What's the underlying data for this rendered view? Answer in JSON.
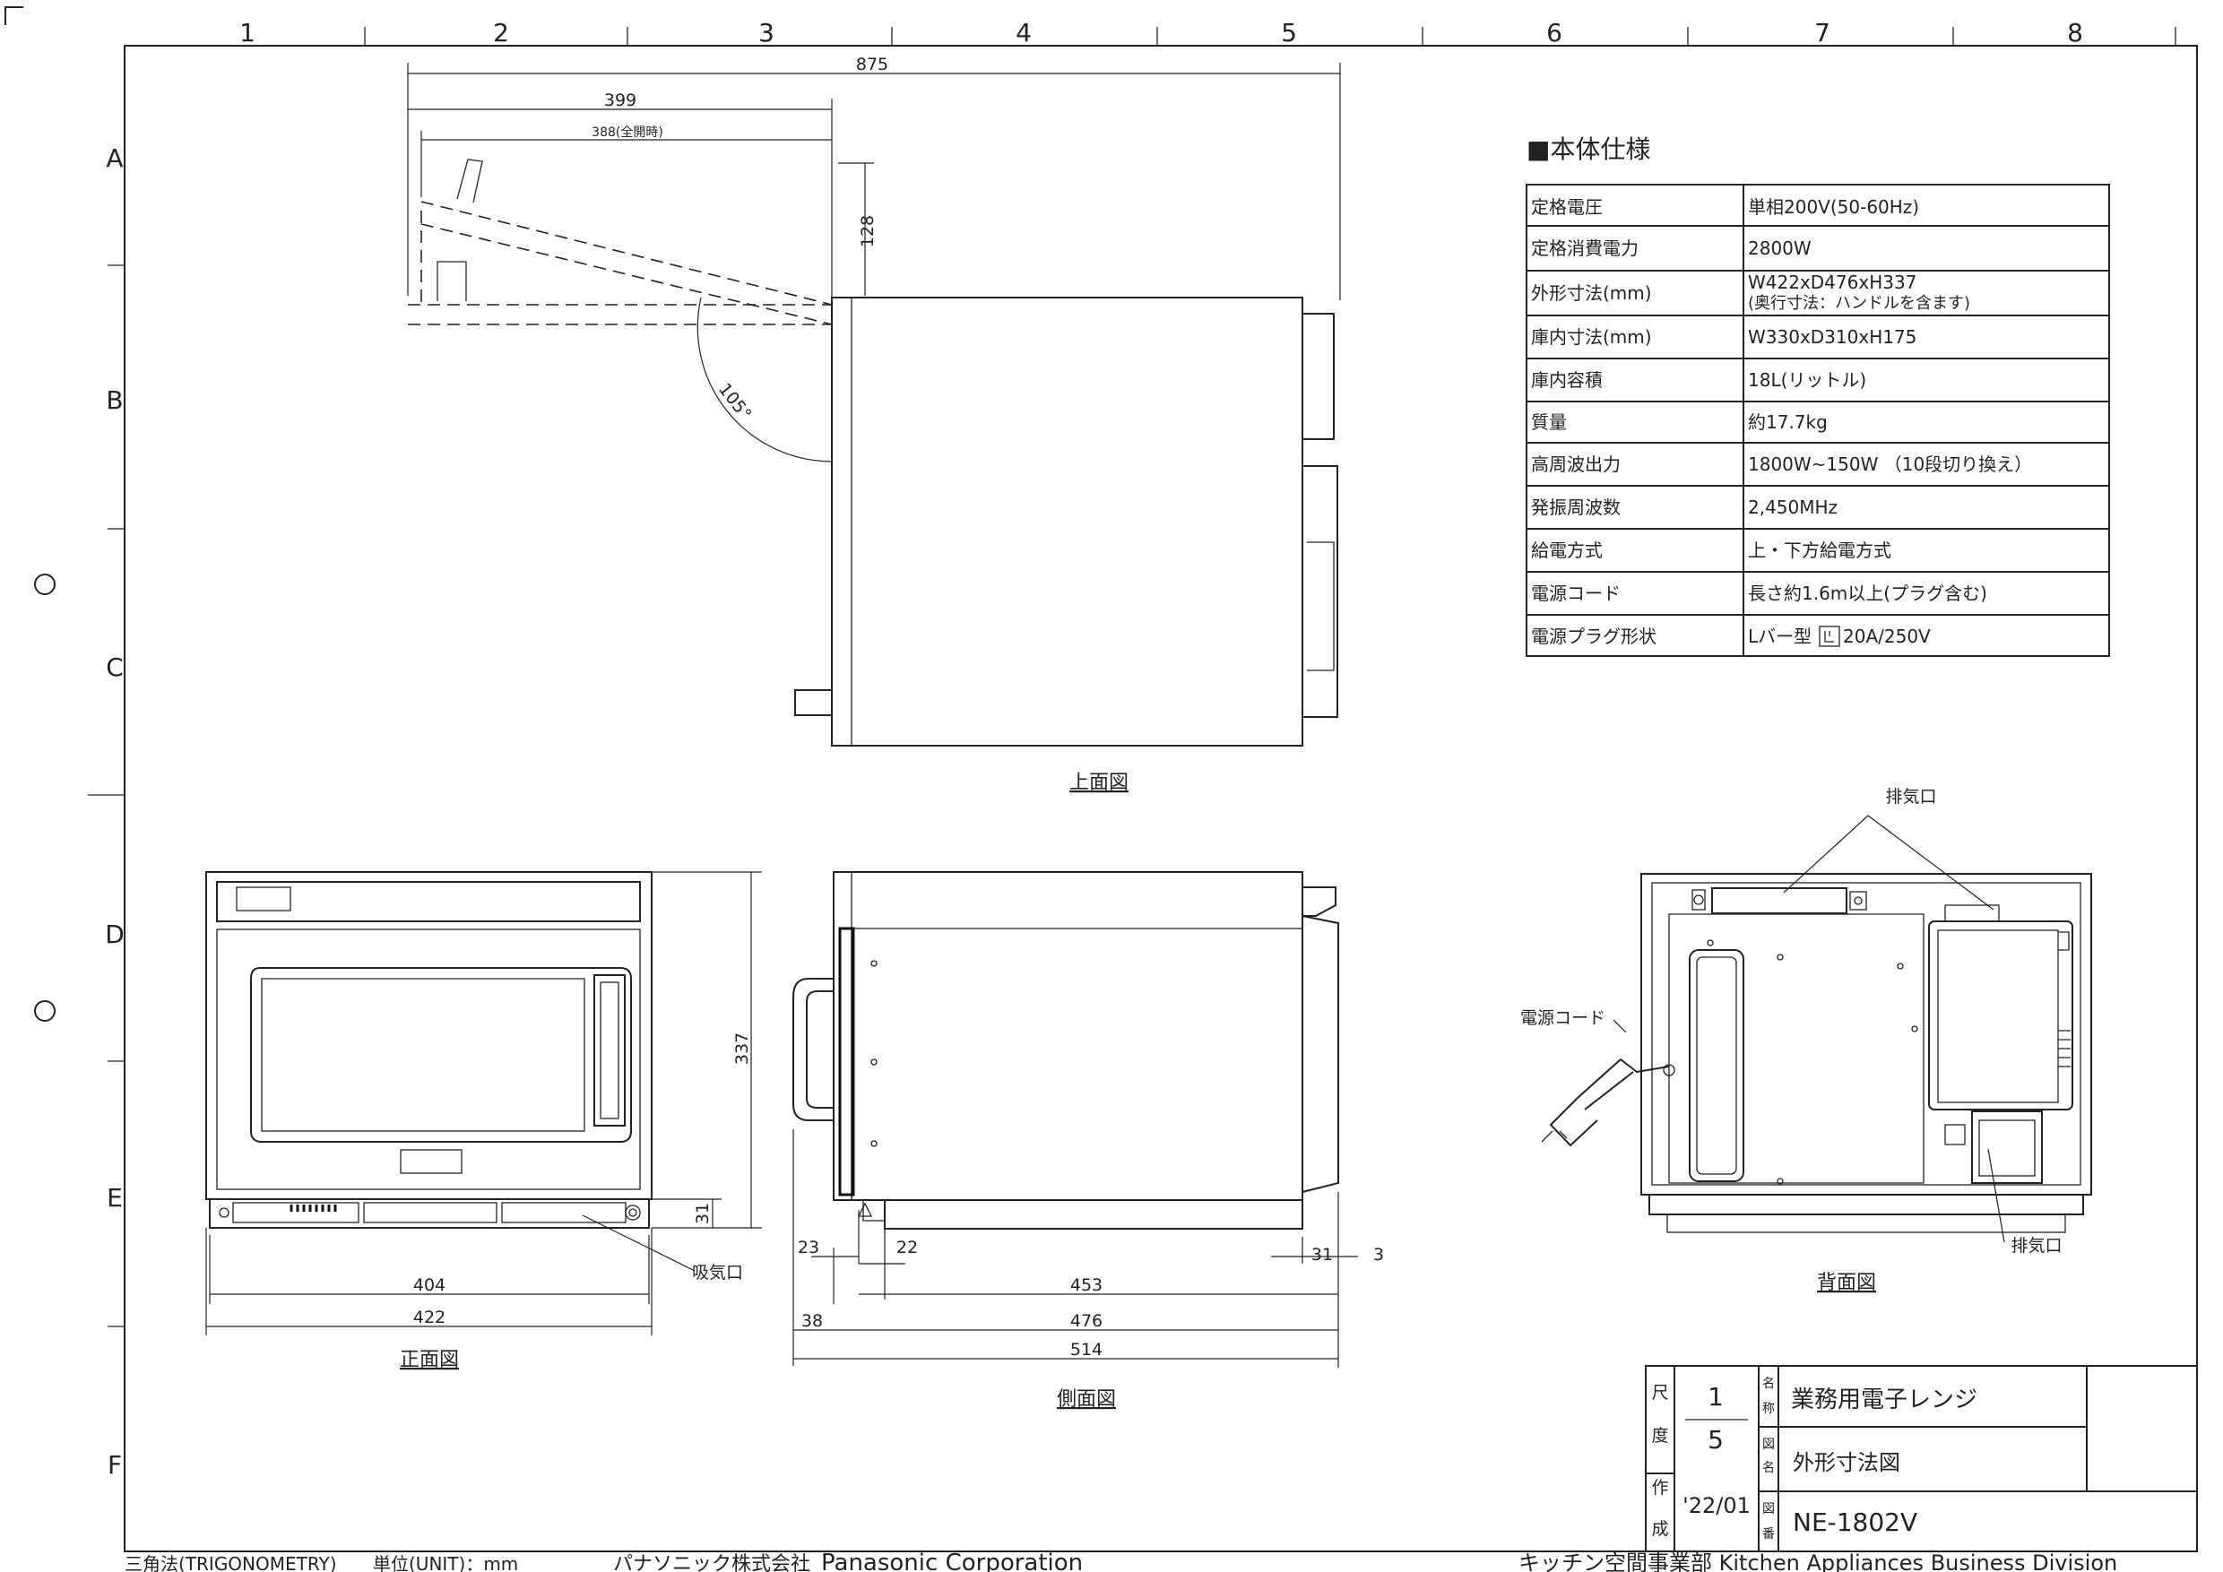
{
  "grid": {
    "columns": [
      "1",
      "2",
      "3",
      "4",
      "5",
      "6",
      "7",
      "8"
    ],
    "rows": [
      "A",
      "B",
      "C",
      "D",
      "E",
      "F"
    ]
  },
  "top_view": {
    "label": "上面図",
    "dims": {
      "overall": "875",
      "door_depth": "399",
      "door_full_open": "388(全開時)",
      "door_rise": "128",
      "open_angle": "105°"
    }
  },
  "front_view": {
    "label": "正面図",
    "dims": {
      "height": "337",
      "foot": "31",
      "inner_width": "404",
      "width": "422"
    },
    "intake_label": "吸気口"
  },
  "side_view": {
    "label": "側面図",
    "dims": {
      "d23": "23",
      "d22": "22",
      "d453": "453",
      "d31": "31",
      "d3": "3",
      "d38": "38",
      "d476": "476",
      "d514": "514"
    }
  },
  "back_view": {
    "label": "背面図",
    "exhaust_top": "排気口",
    "exhaust_bottom": "排気口",
    "power_cord": "電源コード"
  },
  "spec_table": {
    "title": "■本体仕様",
    "rows": [
      {
        "label": "定格電圧",
        "value": "単相200V(50-60Hz)"
      },
      {
        "label": "定格消費電力",
        "value": "2800W"
      },
      {
        "label": "外形寸法(mm)",
        "value": "W422xD476xH337",
        "value2": "(奥行寸法：ハンドルを含ます)"
      },
      {
        "label": "庫内寸法(mm)",
        "value": "W330xD310xH175"
      },
      {
        "label": "庫内容積",
        "value": "18L(リットル)"
      },
      {
        "label": "質量",
        "value": "約17.7kg"
      },
      {
        "label": "高周波出力",
        "value": "1800W~150W （10段切り換え）"
      },
      {
        "label": "発振周波数",
        "value": "2,450MHz"
      },
      {
        "label": "給電方式",
        "value": "上・下方給電方式"
      },
      {
        "label": "電源コード",
        "value": "長さ約1.6m以上(プラグ含む)"
      },
      {
        "label": "電源プラグ形状",
        "value": "Lバー型",
        "value2": "20A/250V"
      }
    ]
  },
  "title_block": {
    "scale_label": [
      "尺",
      "度"
    ],
    "scale_num": "1",
    "scale_den": "5",
    "made_label": [
      "作",
      "成"
    ],
    "date": "'22/01",
    "name_label": [
      "名",
      "称"
    ],
    "name": "業務用電子レンジ",
    "drawing_label": [
      "図",
      "名"
    ],
    "drawing": "外形寸法図",
    "number_label": [
      "図",
      "番"
    ],
    "number": "NE-1802V"
  },
  "footer": {
    "method": "三角法(TRIGONOMETRY)",
    "unit": "単位(UNIT)：mm",
    "company_jp": "パナソニック株式会社",
    "company_en": "Panasonic Corporation",
    "division": "キッチン空間事業部 Kitchen Appliances Business Division"
  }
}
